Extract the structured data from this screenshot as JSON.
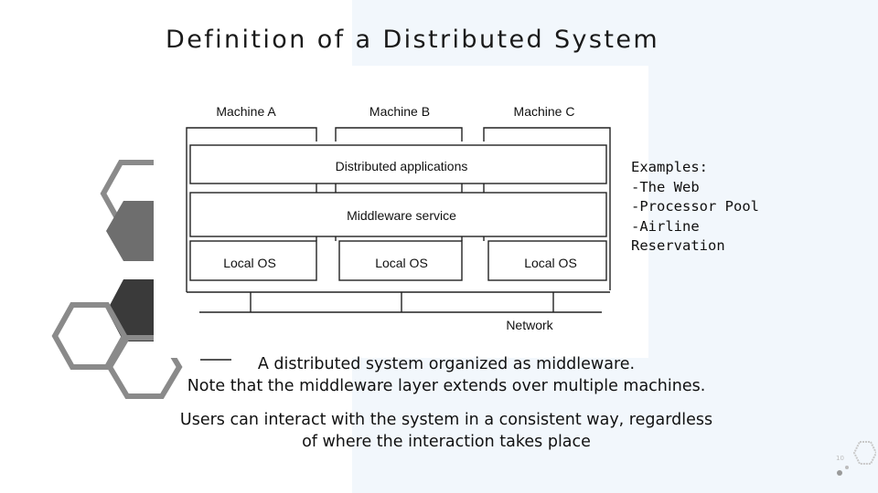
{
  "slide": {
    "title": "Definition of a Distributed System",
    "page_number": "10"
  },
  "diagram": {
    "machines": [
      "Machine A",
      "Machine B",
      "Machine C"
    ],
    "applications_label": "Distributed applications",
    "middleware_label": "Middleware service",
    "local_os_labels": [
      "Local OS",
      "Local OS",
      "Local OS"
    ],
    "network_label": "Network"
  },
  "examples": [
    "Examples:",
    "-The Web",
    "-Processor Pool",
    "-Airline",
    "Reservation"
  ],
  "caption": {
    "line1": "A distributed system organized as middleware.",
    "line2": "Note that the middleware layer extends over multiple machines.",
    "line3": "Users can interact with the system in a consistent way, regardless",
    "line4": "of where the interaction takes place"
  },
  "colors": {
    "hex_dark": "#3a3a3a",
    "hex_mid": "#6e6e6e",
    "hex_outline": "#8a8a8a",
    "background_panel": "#f2f7fc"
  }
}
